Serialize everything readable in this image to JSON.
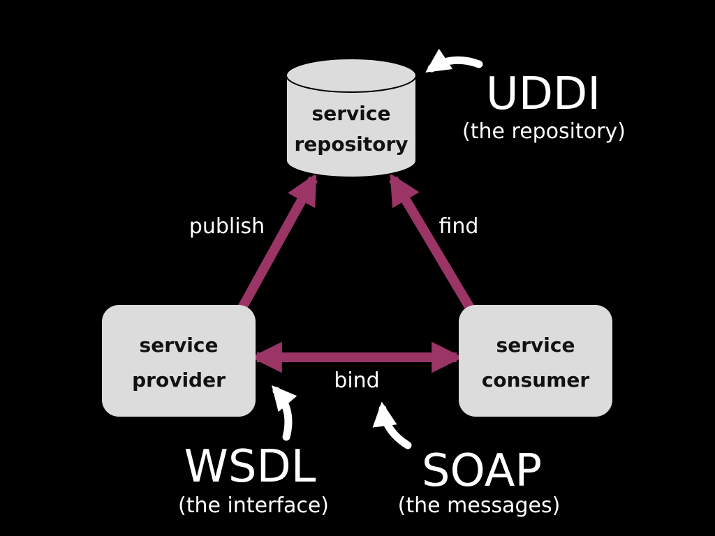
{
  "colors": {
    "background": "#000000",
    "node_fill": "#dcdcdc",
    "node_text": "#111111",
    "edge": "#9a3566",
    "annotation": "#ffffff"
  },
  "nodes": {
    "repository": {
      "line1": "service",
      "line2": "repository",
      "shape": "cylinder"
    },
    "provider": {
      "line1": "service",
      "line2": "provider",
      "shape": "rounded-rect"
    },
    "consumer": {
      "line1": "service",
      "line2": "consumer",
      "shape": "rounded-rect"
    }
  },
  "edges": {
    "publish": "publish",
    "find": "find",
    "bind": "bind"
  },
  "annotations": {
    "uddi": {
      "title": "UDDI",
      "subtitle": "(the repository)"
    },
    "wsdl": {
      "title": "WSDL",
      "subtitle": "(the interface)"
    },
    "soap": {
      "title": "SOAP",
      "subtitle": "(the messages)"
    }
  }
}
